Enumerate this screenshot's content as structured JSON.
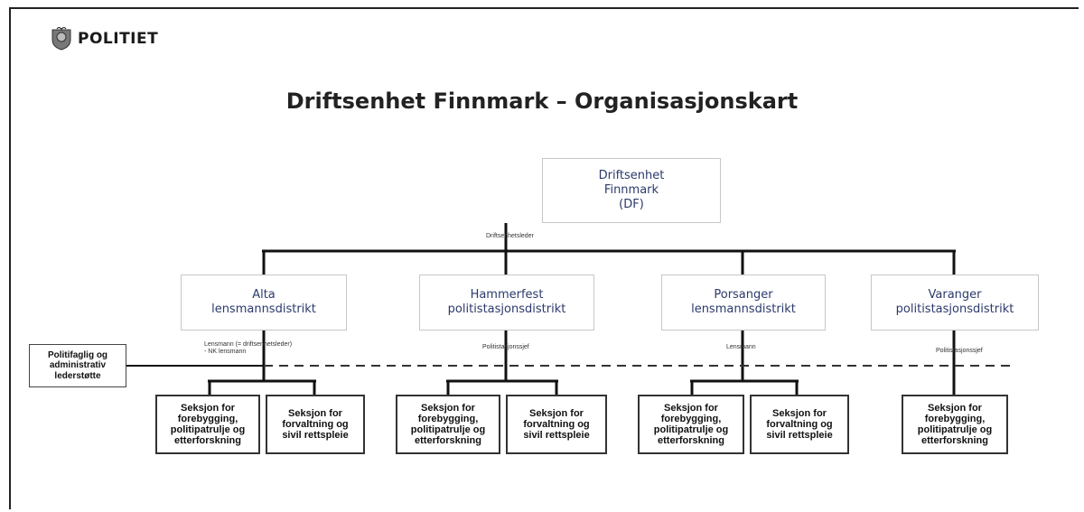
{
  "header": {
    "logo_text": "POLITIET"
  },
  "title": "Driftsenhet Finnmark – Organisasjonskart",
  "top": {
    "label": "Driftsenhet\nFinnmark\n(DF)",
    "sublabel": "Driftsenhetsleder"
  },
  "side_box": {
    "label": "Politifaglig og\nadministrativ\nlederstøtte"
  },
  "districts": [
    {
      "label": "Alta\nlensmannsdistrikt",
      "leader": "Lensmann (= driftsenhetsleder)\n- NK lensmann"
    },
    {
      "label": "Hammerfest\npolitistasjonsdistrikt",
      "leader": "Politistasjonssjef"
    },
    {
      "label": "Porsanger\nlensmannsdistrikt",
      "leader": "Lensmann"
    },
    {
      "label": "Varanger\npolitistasjonsdistrikt",
      "leader": "Politistasjonssjef"
    }
  ],
  "sections": [
    "Seksjon for\nforebygging,\npolitipatrulje og\netterforskning",
    "Seksjon for\nforvaltning og\nsivil rettspleie",
    "Seksjon for\nforebygging,\npolitipatrulje og\netterforskning",
    "Seksjon for\nforvaltning og\nsivil rettspleie",
    "Seksjon for\nforebygging,\npolitipatrulje og\netterforskning",
    "Seksjon for\nforvaltning og\nsivil rettspleie",
    "Seksjon for\nforebygging,\npolitipatrulje og\netterforskning"
  ]
}
